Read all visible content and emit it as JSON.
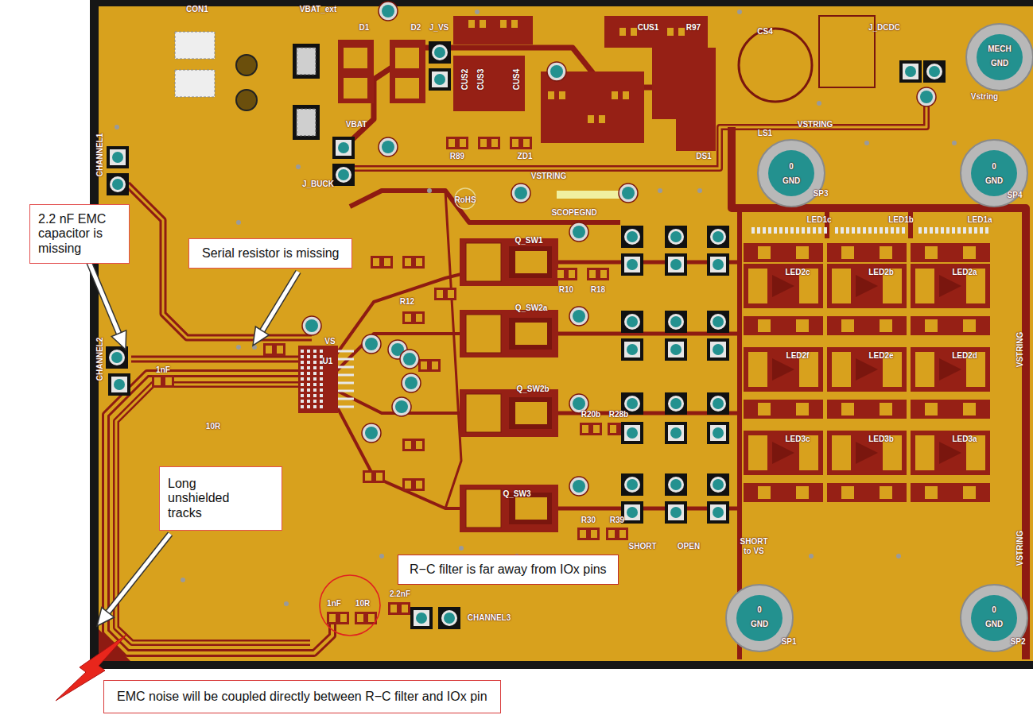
{
  "diagram": {
    "nodes": [
      {
        "text": [
          "2.2 nF EMC capacitor is missing"
        ]
      },
      {
        "text": [
          "Serial resistor is missing"
        ]
      },
      {
        "text": [
          "Long unshielded tracks"
        ]
      },
      {
        "text": [
          "R−C filter is far away from IOx pins"
        ]
      },
      {
        "text": [
          "EMC noise will be coupled directly between R−C filter and IOx pin"
        ]
      }
    ],
    "labels": [
      "CON1",
      "VBAT_ext",
      "D1",
      "D2",
      "J_VS",
      "CUS1",
      "R97",
      "CS4",
      "J_DCDC",
      "MECH",
      "GND",
      "CUS2",
      "CUS3",
      "CUS4",
      "Vstring",
      "VSTRING",
      "VBAT",
      "LS1",
      "R89",
      "ZD1",
      "DS1",
      "J_BUCK",
      "VSTRING",
      "0",
      "GND",
      "SP3",
      "0",
      "GND",
      "SP4",
      "CHANNEL1",
      "RoHS",
      "SCOPEGND",
      "LED1c",
      "LED1b",
      "LED1a",
      "Q_SW1",
      "LED2c",
      "LED2b",
      "LED2a",
      "R10",
      "R18",
      "R12",
      "Q_SW2a",
      "VS",
      "U1",
      "CHANNEL2",
      "LED2f",
      "LED2e",
      "LED2d",
      "1nF",
      "Q_SW2b",
      "R20b",
      "R28b",
      "10R",
      "LED3c",
      "LED3b",
      "LED3a",
      "Q_SW3",
      "R30",
      "R39",
      "VSTRING",
      "VSTRING",
      "SHORT",
      "OPEN",
      "SHORT",
      "to VS",
      "2.2nF",
      "1nF",
      "10R",
      "CHANNEL3",
      "0",
      "GND",
      "SP1",
      "0",
      "GND",
      "SP2"
    ]
  }
}
